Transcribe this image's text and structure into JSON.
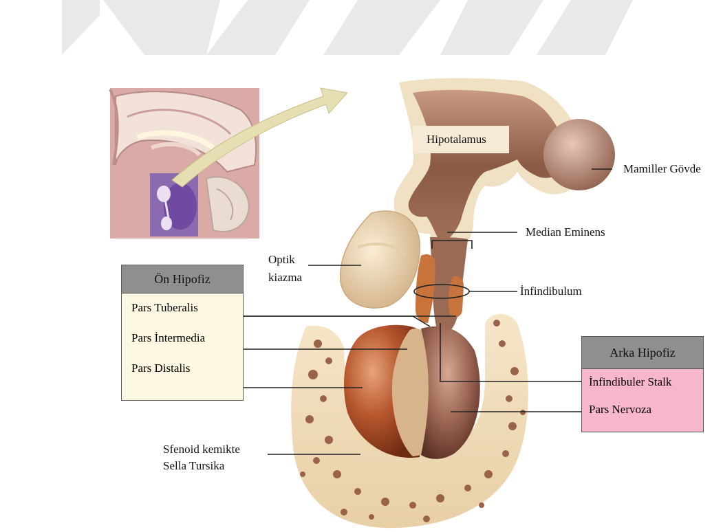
{
  "labels": {
    "hipotalamus": "Hipotalamus",
    "mamiller": "Mamiller Gövde",
    "median": "Median Eminens",
    "optik_line1": "Optik",
    "optik_line2": "kiazma",
    "infundibulum": "İnfindibulum",
    "sfenoid_line1": "Sfenoid kemikte",
    "sfenoid_line2": "Sella Tursika"
  },
  "on_hipofiz": {
    "title": "Ön Hipofiz",
    "items": [
      "Pars Tuberalis",
      "Pars İntermedia",
      "Pars Distalis"
    ]
  },
  "arka_hipofiz": {
    "title": "Arka Hipofiz",
    "items": [
      "İnfindibuler Stalk",
      "Pars Nervoza"
    ]
  },
  "colors": {
    "anterior_lobe": "#b5552c",
    "posterior_lobe": "#8e5a4a",
    "hypothalamus": "#8a5a44",
    "bone": "#f1dcb8",
    "bone_spots": "#9a6248",
    "on_box_bg": "#fdf8e1",
    "arka_box_bg": "#f6b6cd",
    "header_gray": "#8f8f8f"
  }
}
